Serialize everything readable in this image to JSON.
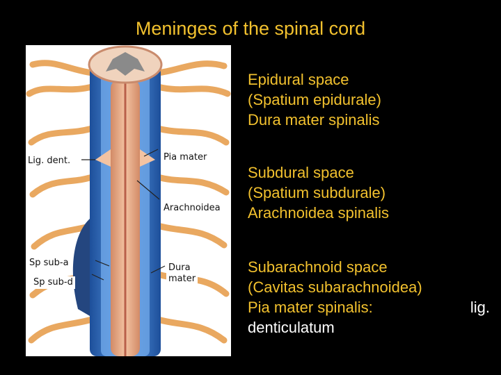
{
  "title": "Meninges of the spinal cord",
  "labels": {
    "lig_dent": "Lig. dent.",
    "pia_mater": "Pia mater",
    "arachnoidea": "Arachnoidea",
    "sp_sub_a": "Sp sub-a",
    "sp_sub_d": "Sp sub-d",
    "dura_mater_1": "Dura",
    "dura_mater_2": "mater"
  },
  "blocks": {
    "epidural": [
      "Epidural space",
      "(Spatium epidurale)",
      "Dura mater spinalis"
    ],
    "subdural": [
      "Subdural space",
      "(Spatium subdurale)",
      "Arachnoidea spinalis"
    ],
    "subarachnoid": {
      "line1": "Subarachnoid space",
      "line2": "(Cavitas subarachnoidea)",
      "line3": "Pia mater spinalis:",
      "line3_right": "lig.",
      "line4": "denticulatum"
    }
  },
  "colors": {
    "heading": "#f2c12e",
    "body_white": "#ffffff",
    "dura": "#2f6fc2",
    "nerves": "#e9a860",
    "background": "#000000"
  }
}
